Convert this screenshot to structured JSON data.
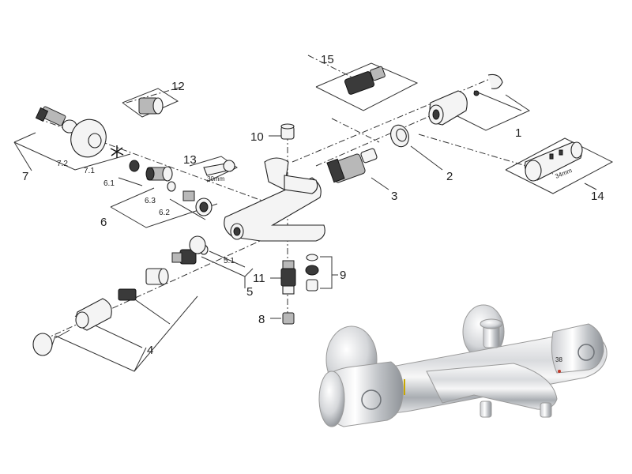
{
  "callouts": {
    "c1": "1",
    "c2": "2",
    "c3": "3",
    "c4": "4",
    "c5": "5",
    "c5_1": "5.1",
    "c6": "6",
    "c6_1": "6.1",
    "c6_2": "6.2",
    "c6_3": "6.3",
    "c7": "7",
    "c7_1": "7.1",
    "c7_2": "7.2",
    "c8": "8",
    "c9": "9",
    "c10": "10",
    "c11": "11",
    "c12": "12",
    "c13": "13",
    "c14": "14",
    "c15": "15"
  },
  "inline_text": {
    "wrench_size": "30mm",
    "sleeve_size": "34mm"
  },
  "product_photo": {
    "dial_scale": "38"
  }
}
